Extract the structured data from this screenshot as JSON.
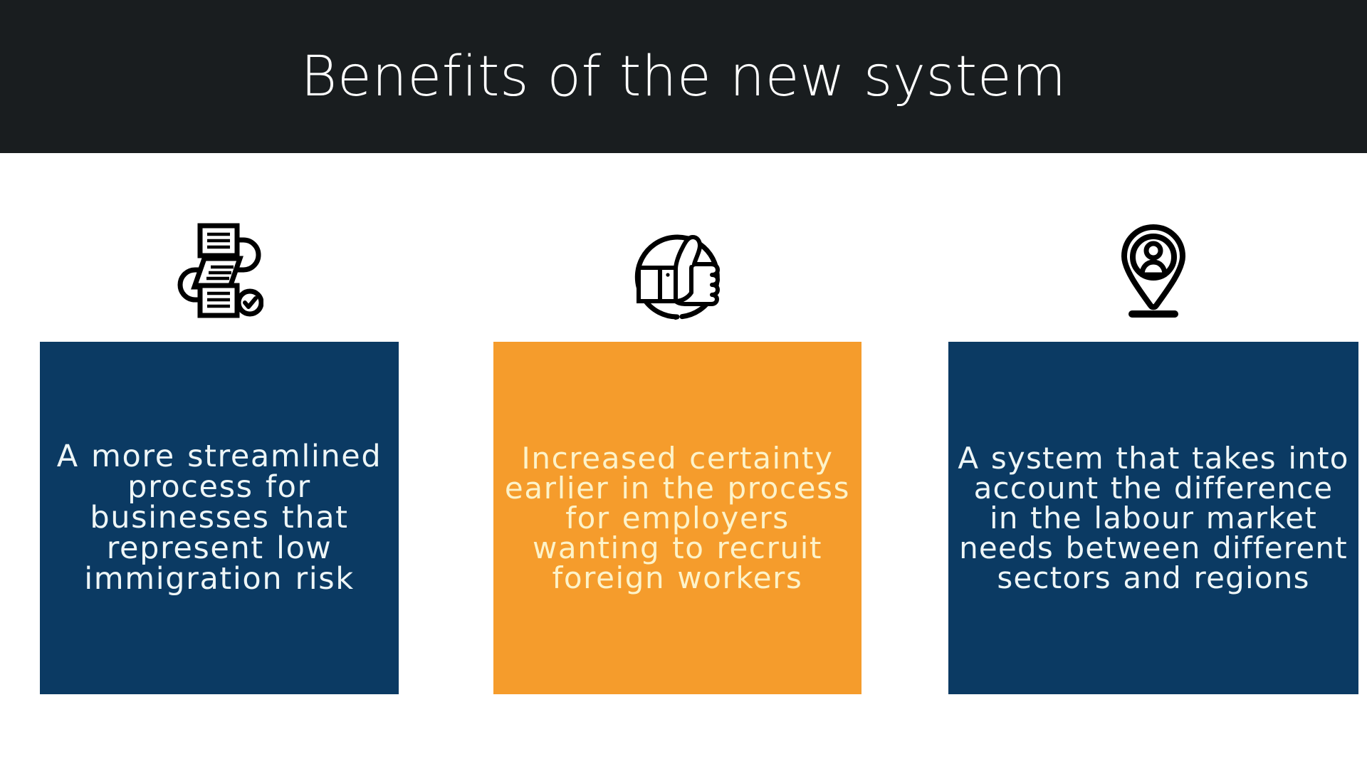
{
  "slide": {
    "title": "Benefits of the new system",
    "background_color": "#ffffff",
    "header_background_color": "#191d1f",
    "title_color": "#ffffff"
  },
  "columns": [
    {
      "icon_name": "workflow-documents-check-icon",
      "card_color": "#0b3a63",
      "text_color": "#eef6f7",
      "text": "A more streamlined process for businesses that represent low immigration risk"
    },
    {
      "icon_name": "thumbs-up-circle-icon",
      "card_color": "#f59c2c",
      "text_color": "#fdf3c9",
      "text": "Increased certainty earlier in the process for employers wanting to recruit foreign workers"
    },
    {
      "icon_name": "map-pin-person-icon",
      "card_color": "#0b3a63",
      "text_color": "#eef6f7",
      "text": "A system that takes into account the difference in the labour market needs between different sectors and regions"
    }
  ]
}
